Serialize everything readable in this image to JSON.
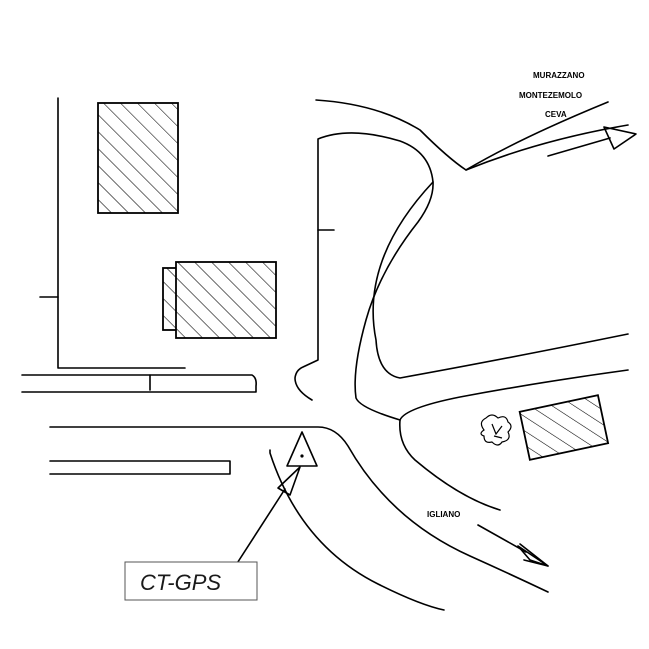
{
  "destinations": {
    "north": [
      "MURAZZANO",
      "MONTEZEMOLO",
      "CEVA"
    ],
    "south": "IGLIANO"
  },
  "station": {
    "label": "CT-GPS"
  },
  "colors": {
    "ink": "#000000",
    "background": "#ffffff",
    "callout_border": "#555555"
  },
  "icons": {
    "station_marker": "triangle-with-dot",
    "direction": "arrow",
    "vegetation": "tree-symbol"
  }
}
